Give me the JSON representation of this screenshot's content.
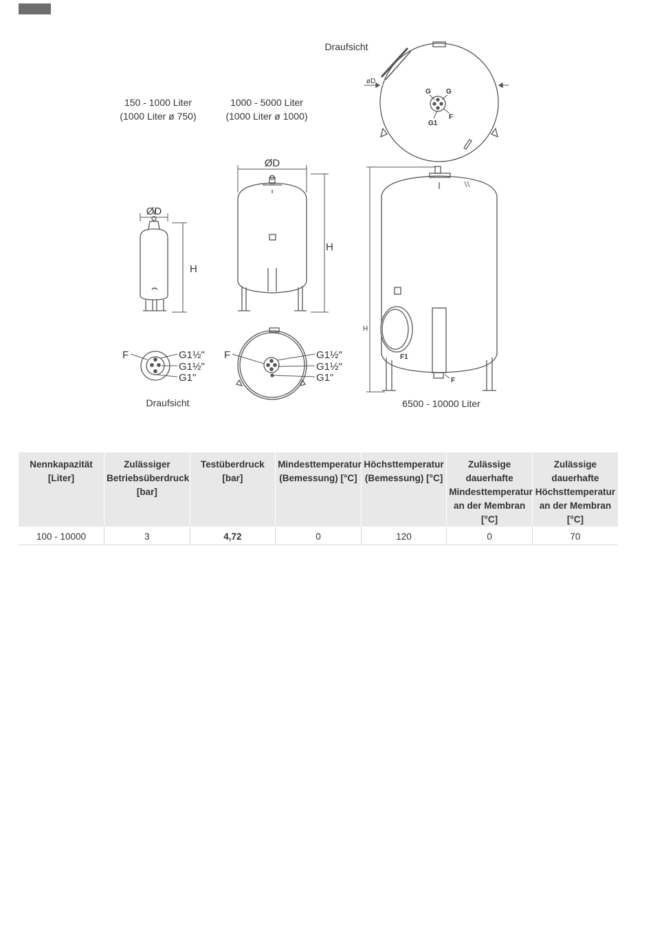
{
  "labels": {
    "draufsicht_top": "Draufsicht",
    "draufsicht_bottom": "Draufsicht",
    "range_small": "150 - 1000 Liter",
    "range_small_note": "(1000 Liter ø 750)",
    "range_medium": "1000 - 5000 Liter",
    "range_medium_note": "(1000 Liter ø 1000)",
    "range_large": "6500 - 10000 Liter",
    "dim_d": "ØD",
    "dim_d_small": "øD",
    "dim_h": "H",
    "conn_f": "F",
    "conn_g1half": "G1½\"",
    "conn_g1": "G1\"",
    "conn_g": "G",
    "conn_g1_plain": "G1",
    "conn_f1": "F1"
  },
  "table": {
    "headers": [
      "Nennkapazität [Liter]",
      "Zulässiger Betriebsüberdruck [bar]",
      "Testüberdruck [bar]",
      "Mindesttemperatur (Bemessung) [°C]",
      "Höchsttemperatur (Bemessung) [°C]",
      "Zulässige dauerhafte Mindesttemperatur an der Membran [°C]",
      "Zulässige dauerhafte Höchsttemperatur an der Membran [°C]"
    ],
    "row": [
      "100 - 10000",
      "3",
      "4,72",
      "0",
      "120",
      "0",
      "70"
    ]
  }
}
